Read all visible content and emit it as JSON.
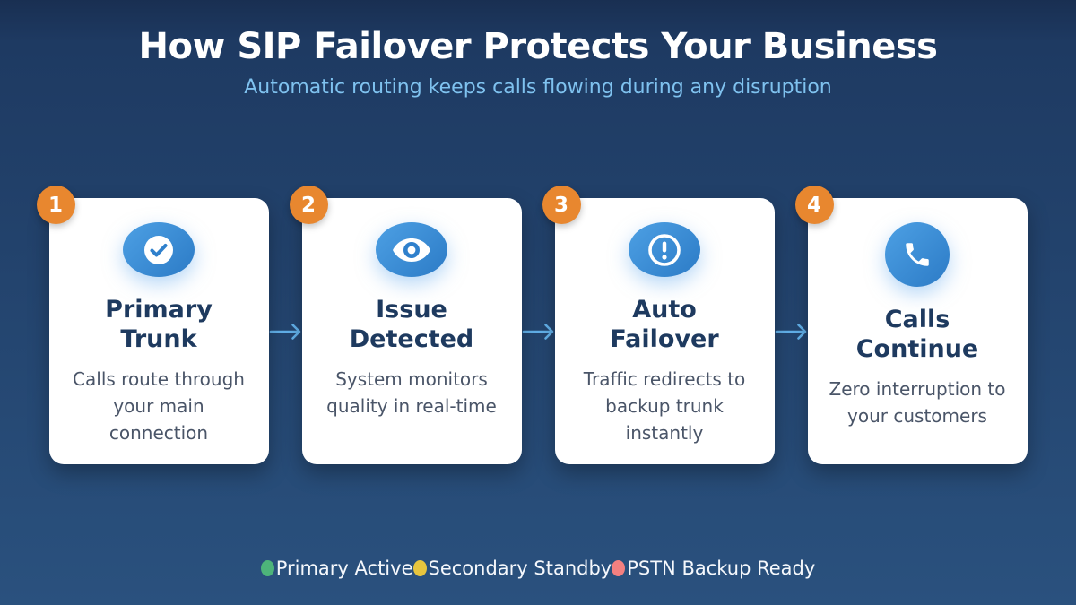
{
  "header": {
    "title": "How SIP Failover Protects Your Business",
    "subtitle": "Automatic routing keeps calls flowing during any disruption"
  },
  "steps": [
    {
      "number": "1",
      "icon": "check-circle-icon",
      "title": "Primary Trunk",
      "description": "Calls route through your main connection"
    },
    {
      "number": "2",
      "icon": "eye-icon",
      "title": "Issue Detected",
      "description": "System monitors quality in real-time"
    },
    {
      "number": "3",
      "icon": "alert-circle-icon",
      "title": "Auto Failover",
      "description": "Traffic redirects to backup trunk instantly"
    },
    {
      "number": "4",
      "icon": "phone-icon",
      "title": "Calls Continue",
      "description": "Zero interruption to your customers"
    }
  ],
  "legend": {
    "items": [
      {
        "label": "Primary Active",
        "color": "#4db47a"
      },
      {
        "label": "Secondary Standby",
        "color": "#e7c53e"
      },
      {
        "label": "PSTN Backup Ready",
        "color": "#f48080"
      }
    ]
  },
  "colors": {
    "badge_orange": "#e8872f",
    "icon_blue_light": "#4da0e4",
    "icon_blue_dark": "#2c7bc6",
    "arrow_blue": "#63b3ed",
    "title_navy": "#1e3a5f",
    "description_gray": "#4a5568",
    "subtitle_blue": "#7fc2ef",
    "background_top": "#1e3a62",
    "background_bottom": "#2a517e"
  }
}
